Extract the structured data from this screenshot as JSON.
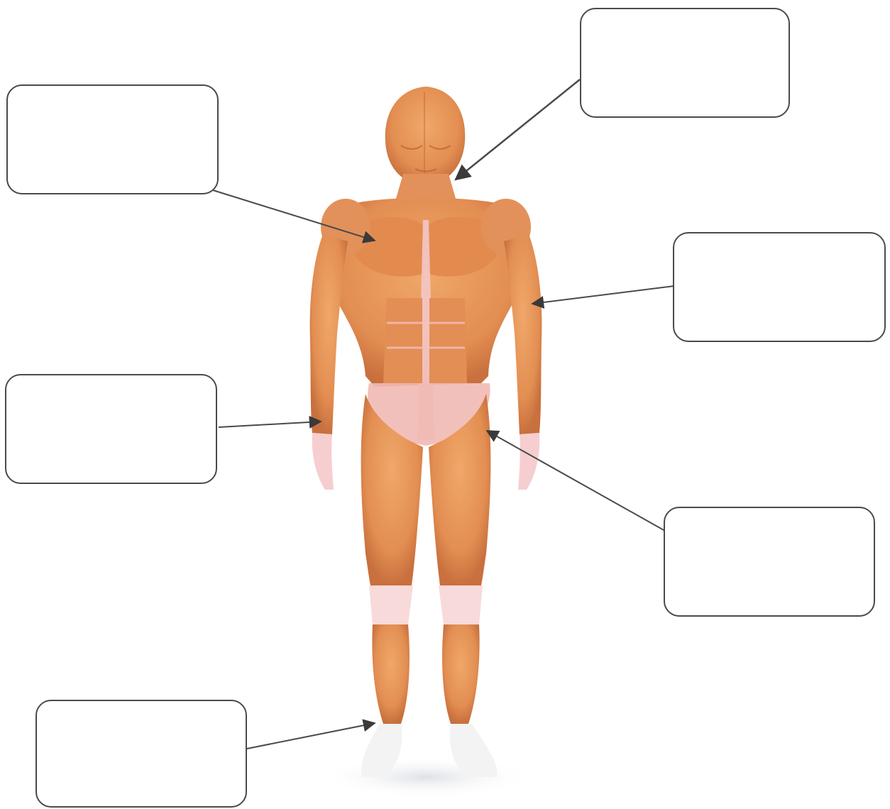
{
  "labels": [
    {
      "id": "neck",
      "text": ""
    },
    {
      "id": "chest",
      "text": ""
    },
    {
      "id": "arm",
      "text": ""
    },
    {
      "id": "forearm",
      "text": ""
    },
    {
      "id": "thigh",
      "text": ""
    },
    {
      "id": "shin",
      "text": ""
    }
  ],
  "colors": {
    "muscle": "#e89a5c",
    "muscle_dark": "#c9683a",
    "tendon": "#f4c6c8",
    "line": "#4a4a4a"
  }
}
